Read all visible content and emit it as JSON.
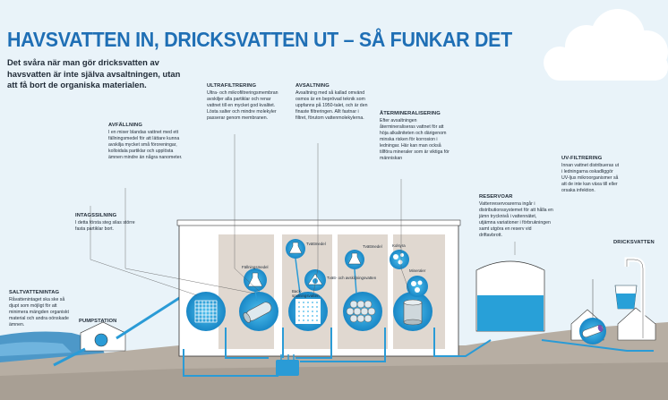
{
  "title": "HAVSVATTEN IN, DRICKSVATTEN UT – SÅ FUNKAR DET",
  "intro": "Det svåra när man gör dricksvatten av havsvatten är inte själva avsaltningen, utan att få bort de organiska materialen.",
  "steps": {
    "saltvattenintag": {
      "heading": "SALTVATTENINTAG",
      "text": "Råvattenintaget ska ske så djupt som möjligt för att minimera mängden organiskt material och andra oönskade ämnen."
    },
    "pumpstation": {
      "heading": "PUMPSTATION"
    },
    "intagssilning": {
      "heading": "INTAGSSILNING",
      "text": "I detta första steg silas större fasta partiklar bort."
    },
    "avfallning": {
      "heading": "AVFÄLLNING",
      "text": "I en mixer blandas vattnet med ett fällningsmedel för att lättare kunna avskilja mycket små föroreningar, kolloidala partiklar och upplösta ämnen mindre än några nanometer."
    },
    "ultrafiltrering": {
      "heading": "ULTRAFILTRERING",
      "text": "Ultra- och mikrofiltreringsmembran avskiljer alla partiklar och renar vattnet till en mycket god kvalitet. Lösta salter och mindre molekyler passerar genom membranen."
    },
    "avsaltning": {
      "heading": "AVSALTNING",
      "text": "Avsaltning med så kallad omvänd osmos är en beprövad teknik som uppfanns på 1950-talet, och är den finaste filtreringen. Allt fastnar i filtret, förutom vattenmolekylerna."
    },
    "atermineralisering": {
      "heading": "ÅTERMINERALISERING",
      "text": "Efter avsaltningen återmineraliseras vattnet för att höja alkaliniteten och därigenom minska risken för korrosion i ledningar. Här kan man också tillföra mineraler som är viktiga för människan"
    },
    "reservoar": {
      "heading": "RESERVOAR",
      "text": "Vattenreservoarerna ingår i distributionssystemet för att hålla en jämn trycknivå i vattennätet, utjämna variationer i förbrukningen samt utgöra en reserv vid driftavbrott."
    },
    "uvfiltrering": {
      "heading": "UV-FILTRERING",
      "text": "Innan vattnet distribueras ut i ledningarna oskadliggör UV-ljus mikroorganismer så att de inte kan växa till eller orsaka infektion."
    },
    "dricksvatten": {
      "heading": "DRICKSVATTEN"
    }
  },
  "chemicals": {
    "fallningsmedel": "Fällningsmedel",
    "tvattmedel1": "Tvättmedel",
    "tvattmedel2": "Tvättmedel",
    "backspolningsvatten": "Back-spolningsvatten",
    "tvatt_avskiljningsvatten": "Tvätt- och avskiljningsvatten",
    "kolsyra": "Kolsyra",
    "mineraler": "Mineraler"
  },
  "colors": {
    "title": "#1f6fb5",
    "water": "#28a0d8",
    "building": "#ffffff",
    "panel": "#e0d8d0",
    "ground": "#b7aea3"
  }
}
